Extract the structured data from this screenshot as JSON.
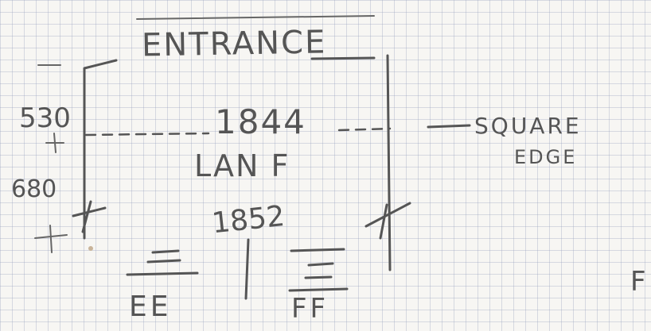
{
  "sketch": {
    "title": "ENTRANCE",
    "left_dims": {
      "top": "530",
      "bottom": "680"
    },
    "center": {
      "number": "1844",
      "label": "LAN F"
    },
    "lower_number": "1852",
    "edge_note": {
      "line1": "SQUARE",
      "line2": "EDGE"
    },
    "bottom_marks": {
      "left": "EE",
      "right": "FF"
    },
    "corner_mark": "F"
  }
}
